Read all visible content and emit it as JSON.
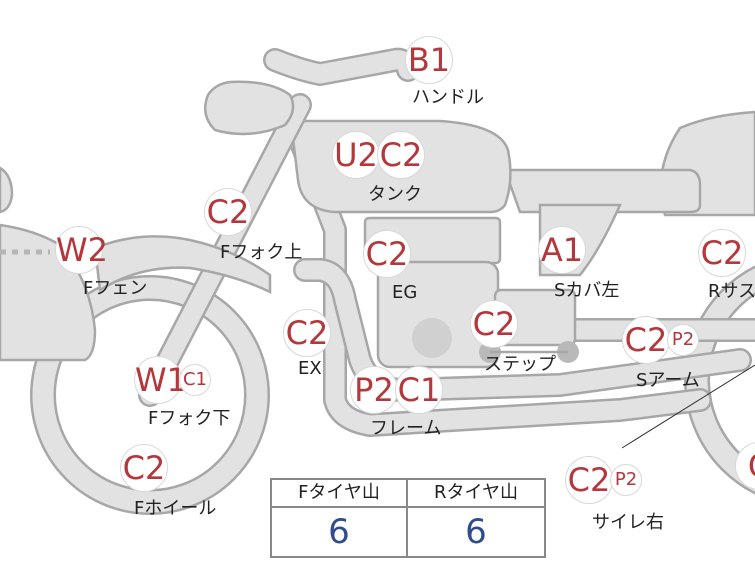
{
  "markers": {
    "handle": {
      "codes": [
        "B1"
      ],
      "label": "ハンドル"
    },
    "tank": {
      "codes": [
        "U2",
        "C2"
      ],
      "label": "タンク"
    },
    "f_fork_upper": {
      "codes": [
        "C2"
      ],
      "label": "Fフォク上"
    },
    "f_fender": {
      "codes": [
        "W2"
      ],
      "label": "Fフェン"
    },
    "engine": {
      "codes": [
        "C2"
      ],
      "label": "EG"
    },
    "s_cover_left": {
      "codes": [
        "A1"
      ],
      "label": "Sカバ左"
    },
    "r_sus": {
      "codes": [
        "C2"
      ],
      "label": "Rサス"
    },
    "exhaust": {
      "codes": [
        "C2"
      ],
      "label": "EX"
    },
    "step": {
      "codes": [
        "C2"
      ],
      "label": "ステップ"
    },
    "s_arm": {
      "codes": [
        "C2",
        "P2"
      ],
      "label": "Sアーム"
    },
    "f_fork_lower": {
      "codes": [
        "W1",
        "C1"
      ],
      "label": "Fフォク下"
    },
    "frame": {
      "codes": [
        "P2",
        "C1"
      ],
      "label": "フレーム"
    },
    "f_wheel": {
      "codes": [
        "C2"
      ],
      "label": "Fホイール"
    },
    "silencer_right": {
      "codes": [
        "C2",
        "P2"
      ],
      "label": "サイレ右"
    },
    "r_wheel": {
      "codes": [
        "C"
      ],
      "label": ""
    }
  },
  "tire_table": {
    "headers": [
      "Fタイヤ山",
      "Rタイヤ山"
    ],
    "values": [
      "6",
      "6"
    ]
  },
  "colors": {
    "code_text": "#b3373b",
    "value_text": "#2e4d8f",
    "part_fill": "#e2e2e2",
    "part_outline": "#a7a7a7"
  }
}
